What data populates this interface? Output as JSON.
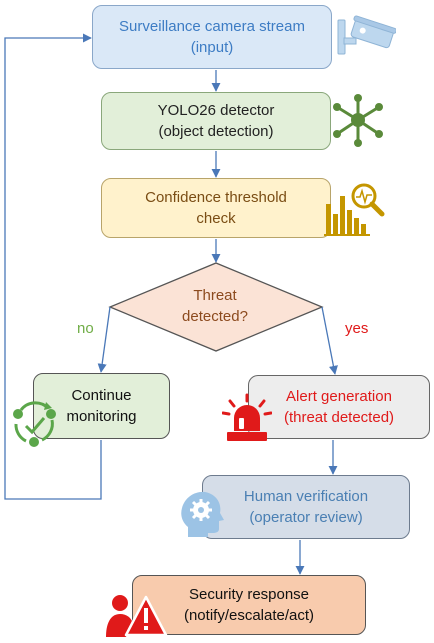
{
  "nodes": {
    "stream": {
      "line1": "Surveillance camera stream",
      "line2": "(input)"
    },
    "detector": {
      "line1": "YOLO26 detector",
      "line2": "(object detection)"
    },
    "confidence": {
      "line1": "Confidence threshold",
      "line2": "check"
    },
    "decision": {
      "line1": "Threat",
      "line2": "detected?"
    },
    "continue": {
      "line1": "Continue",
      "line2": "monitoring"
    },
    "alert": {
      "line1": "Alert generation",
      "line2": "(threat detected)"
    },
    "verification": {
      "line1": "Human verification",
      "line2": "(operator review)"
    },
    "response": {
      "line1": "Security response",
      "line2": "(notify/escalate/act)"
    }
  },
  "branches": {
    "no": "no",
    "yes": "yes"
  },
  "icons": {
    "stream": "cctv-camera-icon",
    "detector": "network-graph-icon",
    "confidence": "bar-chart-magnifier-icon",
    "continue": "cycle-nodes-icon",
    "alert": "siren-icon",
    "verification": "human-head-gear-icon",
    "response": "person-warning-icon"
  },
  "colors": {
    "connector": "#4a78b8",
    "stream_fill": "#dae8f7",
    "detector_fill": "#e2efd9",
    "confidence_fill": "#fff2cc",
    "decision_fill": "#fbe3d6",
    "continue_fill": "#e2efd9",
    "alert_fill": "#ededed",
    "verification_fill": "#d5dde8",
    "response_fill": "#f8cbad",
    "alert_red": "#e01a1a",
    "no_green": "#70ad47"
  }
}
